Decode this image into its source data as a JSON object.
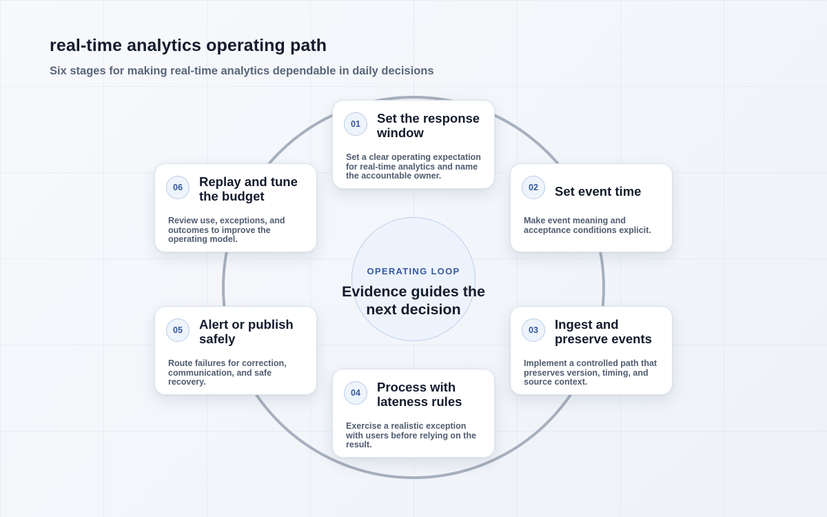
{
  "header": {
    "title": "real-time analytics operating path",
    "subtitle": "Six stages for making real-time analytics dependable in daily decisions"
  },
  "center": {
    "kicker": "OPERATING LOOP",
    "label": "Evidence guides the next decision"
  },
  "colors": {
    "accent": "#34579b",
    "ring": "#a7b0be",
    "center_fill": "#edf3fc",
    "title_text": "#141b2d",
    "body_text": "#505c70"
  },
  "stages": [
    {
      "number": "01",
      "title": "Set the response window",
      "description": "Set a clear operating expectation for real-time analytics and name the accountable owner."
    },
    {
      "number": "02",
      "title": "Set event time",
      "description": "Make event meaning and acceptance conditions explicit."
    },
    {
      "number": "03",
      "title": "Ingest and preserve events",
      "description": "Implement a controlled path that preserves version, timing, and source context."
    },
    {
      "number": "04",
      "title": "Process with lateness rules",
      "description": "Exercise a realistic exception with users before relying on the result."
    },
    {
      "number": "05",
      "title": "Alert or publish safely",
      "description": "Route failures for correction, communication, and safe recovery."
    },
    {
      "number": "06",
      "title": "Replay and tune the budget",
      "description": "Review use, exceptions, and outcomes to improve the operating model."
    }
  ]
}
